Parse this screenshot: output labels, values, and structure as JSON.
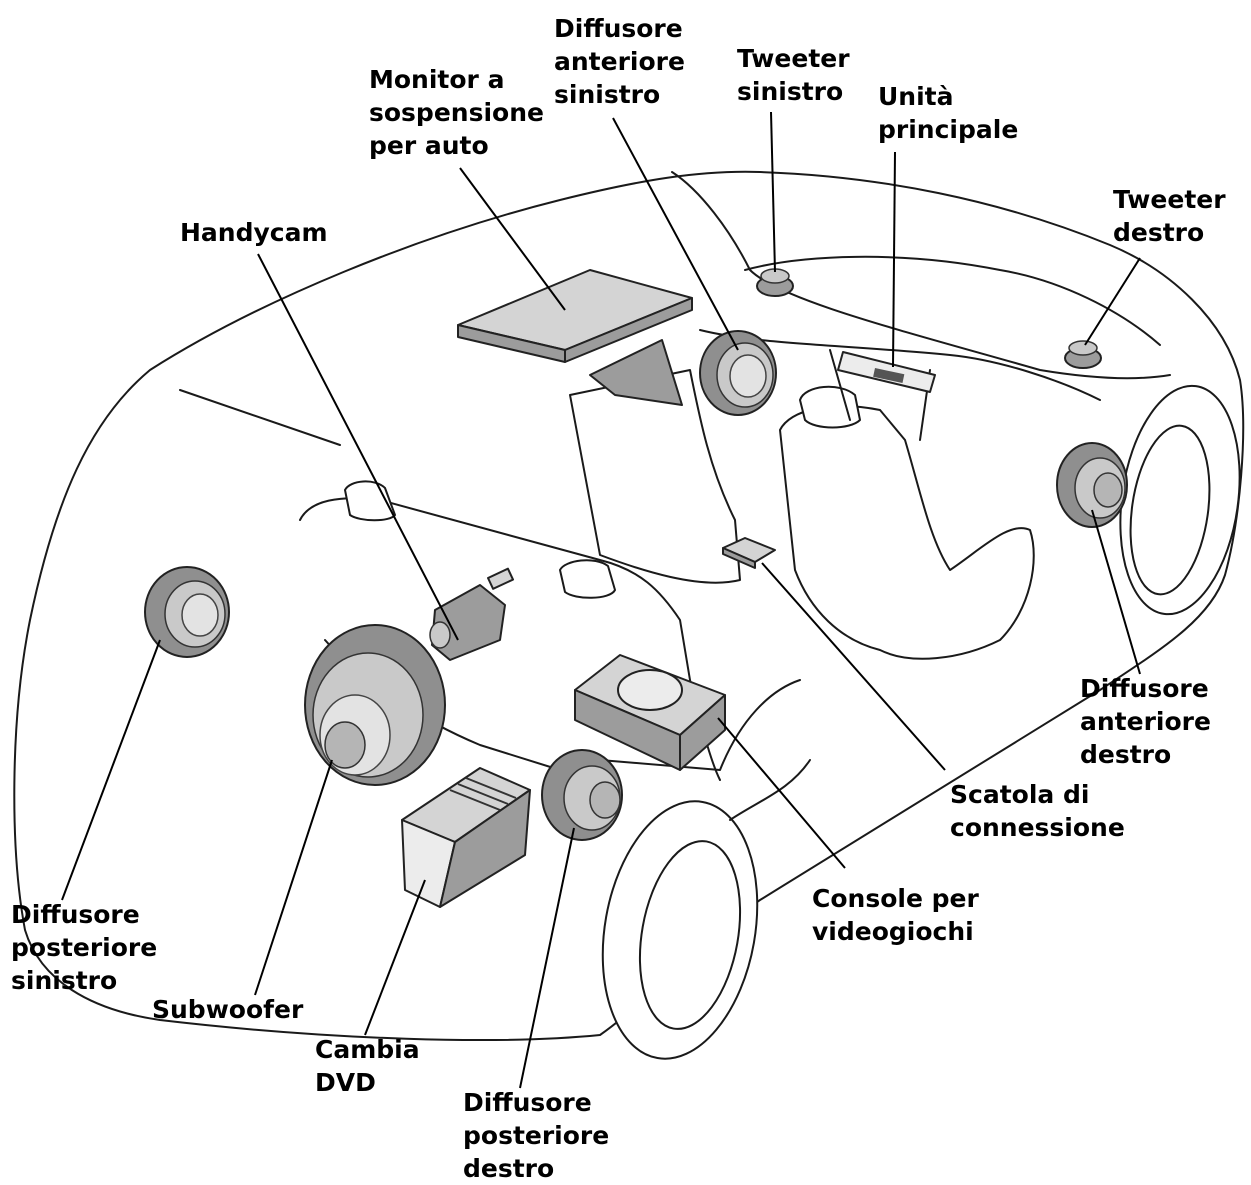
{
  "labels": {
    "monitor": [
      "Monitor a",
      "sospensione",
      "per auto"
    ],
    "front_left": [
      "Diffusore",
      "anteriore",
      "sinistro"
    ],
    "tweeter_left": [
      "Tweeter",
      "sinistro"
    ],
    "head_unit": [
      "Unità",
      "principale"
    ],
    "tweeter_right": [
      "Tweeter",
      "destro"
    ],
    "handycam": [
      "Handycam"
    ],
    "front_right": [
      "Diffusore",
      "anteriore",
      "destro"
    ],
    "junction_box": [
      "Scatola di",
      "connessione"
    ],
    "game_console": [
      "Console per",
      "videogiochi"
    ],
    "rear_left": [
      "Diffusore",
      "posteriore",
      "sinistro"
    ],
    "subwoofer": [
      "Subwoofer"
    ],
    "dvd_changer": [
      "Cambia",
      "DVD"
    ],
    "rear_right": [
      "Diffusore",
      "posteriore",
      "destro"
    ]
  }
}
